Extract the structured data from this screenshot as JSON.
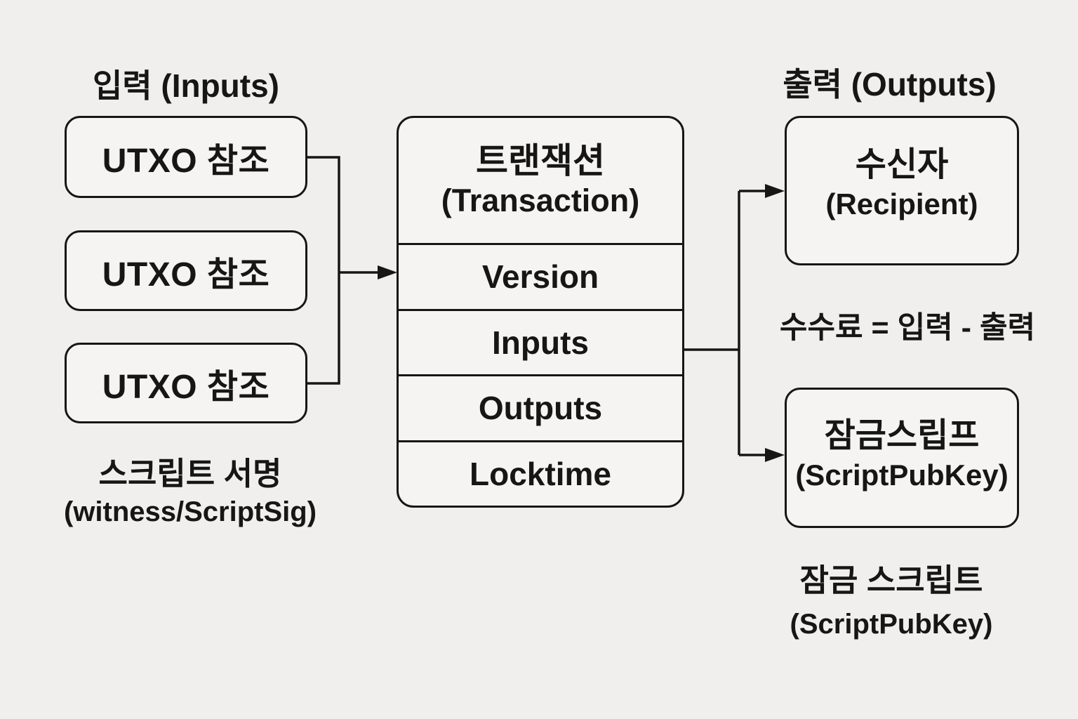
{
  "colors": {
    "background": "#f0efed",
    "box_fill": "#f5f4f2",
    "ink": "#161616"
  },
  "inputs_section": {
    "title": "입력 (Inputs)",
    "utxo_boxes": [
      "UTXO 참조",
      "UTXO 참조",
      "UTXO 참조"
    ],
    "signature_note": {
      "line1": "스크립트 서명",
      "line2": "(witness/ScriptSig)"
    }
  },
  "transaction_box": {
    "header": {
      "line1": "트랜잭션",
      "line2": "(Transaction)"
    },
    "rows": [
      "Version",
      "Inputs",
      "Outputs",
      "Locktime"
    ]
  },
  "outputs_section": {
    "title": "출력 (Outputs)",
    "recipient_box": {
      "line1": "수신자",
      "line2": "(Recipient)"
    },
    "fee_formula": "수수료 = 입력 - 출력",
    "locking_script_box": {
      "line1": "잠금스립프",
      "line2": "(ScriptPubKey)"
    },
    "locking_script_note": {
      "line1": "잠금 스크립트",
      "line2": "(ScriptPubKey)"
    }
  }
}
